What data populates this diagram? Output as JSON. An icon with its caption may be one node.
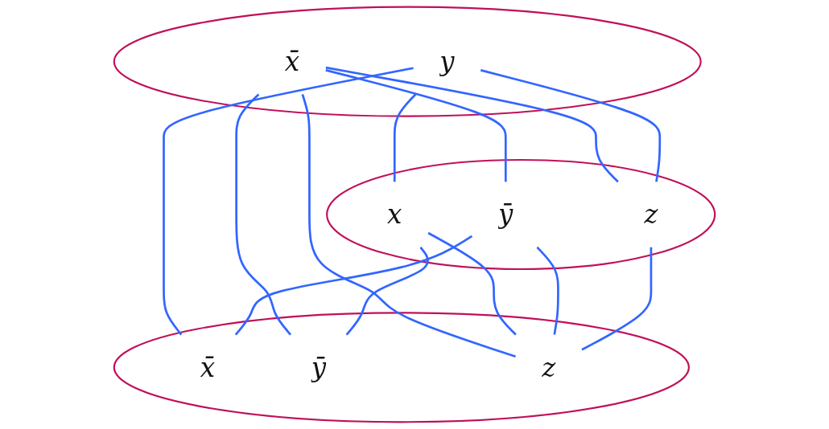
{
  "diagram": {
    "nodes": [
      {
        "text": [],
        "shape": "ellipse"
      },
      {
        "text": [
          "x̄"
        ],
        "in": 0
      },
      {
        "text": [
          "y"
        ],
        "in": 0
      },
      {
        "text": [],
        "shape": "ellipse"
      },
      {
        "text": [
          "x"
        ],
        "in": 3
      },
      {
        "text": [
          "ȳ"
        ],
        "in": 3
      },
      {
        "text": [
          "z"
        ],
        "in": 3
      },
      {
        "text": [],
        "shape": "ellipse"
      },
      {
        "text": [
          "x̄"
        ],
        "in": 7
      },
      {
        "text": [
          "ȳ"
        ],
        "in": 7
      },
      {
        "text": [
          "z"
        ],
        "in": 7
      }
    ],
    "edges": [
      {
        "from": 1,
        "to": 5,
        "arrow": "none"
      },
      {
        "from": 1,
        "to": 6,
        "arrow": "none"
      },
      {
        "from": 1,
        "to": 9,
        "arrow": "none"
      },
      {
        "from": 1,
        "to": 10,
        "arrow": "none"
      },
      {
        "from": 2,
        "to": 4,
        "arrow": "none"
      },
      {
        "from": 2,
        "to": 6,
        "arrow": "none"
      },
      {
        "from": 2,
        "to": 8,
        "arrow": "none"
      },
      {
        "from": 4,
        "to": 9,
        "arrow": "none"
      },
      {
        "from": 4,
        "to": 10,
        "arrow": "none"
      },
      {
        "from": 5,
        "to": 8,
        "arrow": "none"
      },
      {
        "from": 5,
        "to": 10,
        "arrow": "none"
      },
      {
        "from": 6,
        "to": 10,
        "arrow": "none"
      }
    ]
  }
}
